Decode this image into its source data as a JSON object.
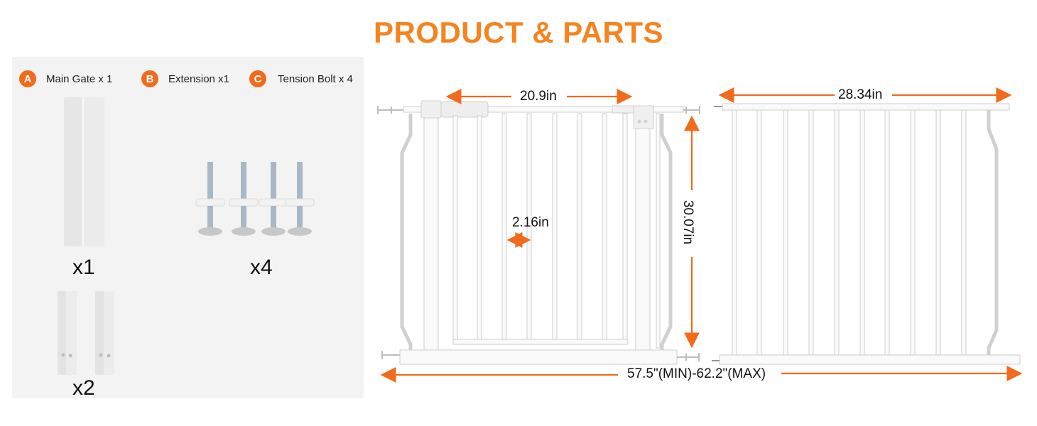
{
  "title": "PRODUCT & PARTS",
  "colors": {
    "accent": "#f5841f",
    "badge": "#f26a1b",
    "arrow": "#f26a1b",
    "panel_bg": "#f3f3f3",
    "text": "#111111",
    "gate_white": "#fafafa",
    "gate_outline": "#d0d0d0"
  },
  "parts_panel": {
    "legend": [
      {
        "letter": "A",
        "label": "Main Gate x 1"
      },
      {
        "letter": "B",
        "label": "Extension x1"
      },
      {
        "letter": "C",
        "label": "Tension Bolt x 4"
      }
    ],
    "items": [
      {
        "name": "gate-cover",
        "quantity": "x1"
      },
      {
        "name": "tension-bolts",
        "quantity": "x4"
      },
      {
        "name": "wall-cups",
        "quantity": "x2"
      }
    ]
  },
  "main_gate": {
    "door_width": "20.9in",
    "bar_spacing": "2.16in",
    "height": "30.07in"
  },
  "extension": {
    "width": "28.34in"
  },
  "overall": {
    "width_range": "57.5\"(MIN)-62.2\"(MAX)"
  }
}
